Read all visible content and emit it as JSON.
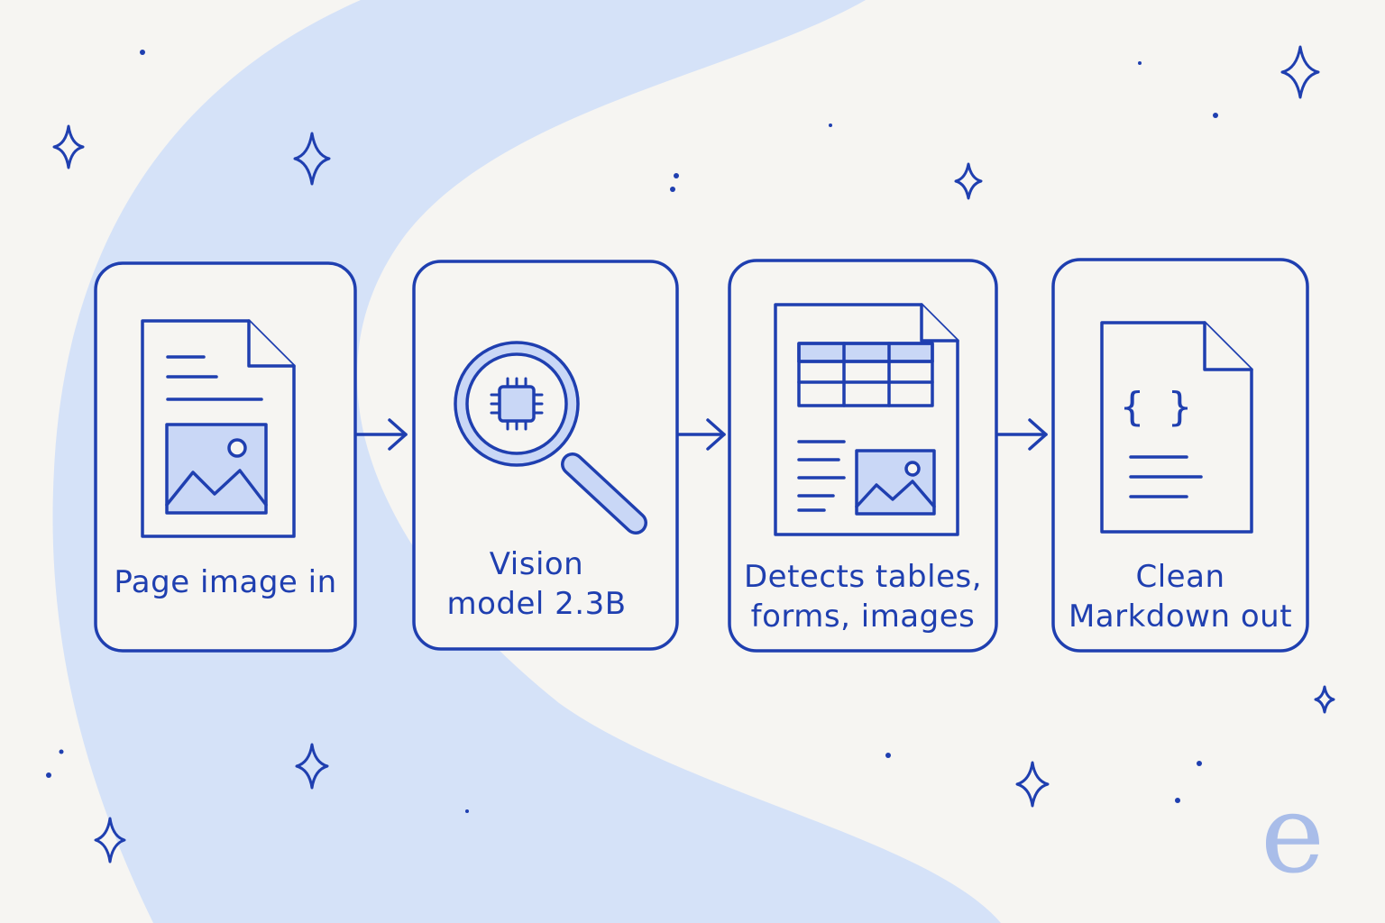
{
  "steps": [
    {
      "lines": [
        "Page image in"
      ],
      "icon": "document-with-image-icon"
    },
    {
      "lines": [
        "Vision",
        "model 2.3B"
      ],
      "icon": "magnifier-chip-icon"
    },
    {
      "lines": [
        "Detects tables,",
        "forms, images"
      ],
      "icon": "document-table-image-icon"
    },
    {
      "lines": [
        "Clean",
        "Markdown out"
      ],
      "icon": "document-code-icon"
    }
  ],
  "icon_glyphs": {
    "code_braces": "{ }"
  },
  "logo": {
    "letter": "e"
  },
  "colors": {
    "ink": "#1f3fb0",
    "fill": "#c9d7f6",
    "wave": "#d5e2f8",
    "background": "#f6f5f2",
    "logo": "#a9bde9"
  }
}
